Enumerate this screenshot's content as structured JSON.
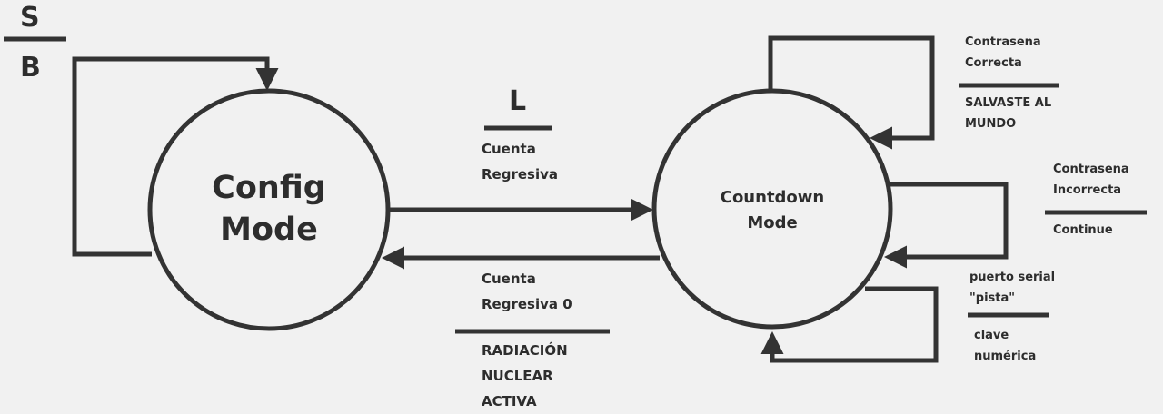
{
  "states": {
    "config": {
      "line1": "Config",
      "line2": "Mode"
    },
    "countdown": {
      "line1": "Countdown",
      "line2": "Mode"
    }
  },
  "config_selfloop": {
    "input": "S",
    "output": "B"
  },
  "transition_to_countdown": {
    "input": "L",
    "output_line1": "Cuenta",
    "output_line2": "Regresiva"
  },
  "transition_to_config": {
    "input_line1": "Cuenta",
    "input_line2": "Regresiva 0",
    "output_line1": "RADIACIÓN",
    "output_line2": "NUCLEAR",
    "output_line3": "ACTIVA"
  },
  "loop_correct": {
    "input_line1": "Contrasena",
    "input_line2": "Correcta",
    "output_line1": "SALVASTE AL",
    "output_line2": "MUNDO"
  },
  "loop_incorrect": {
    "input_line1": "Contrasena",
    "input_line2": "Incorrecta",
    "output": "Continue"
  },
  "loop_serial": {
    "input_line1": "puerto serial",
    "input_line2": "\"pista\"",
    "output_line1": "clave",
    "output_line2": "numérica"
  },
  "colors": {
    "ink": "#2d2d2d",
    "background": "#f1f1f1"
  }
}
